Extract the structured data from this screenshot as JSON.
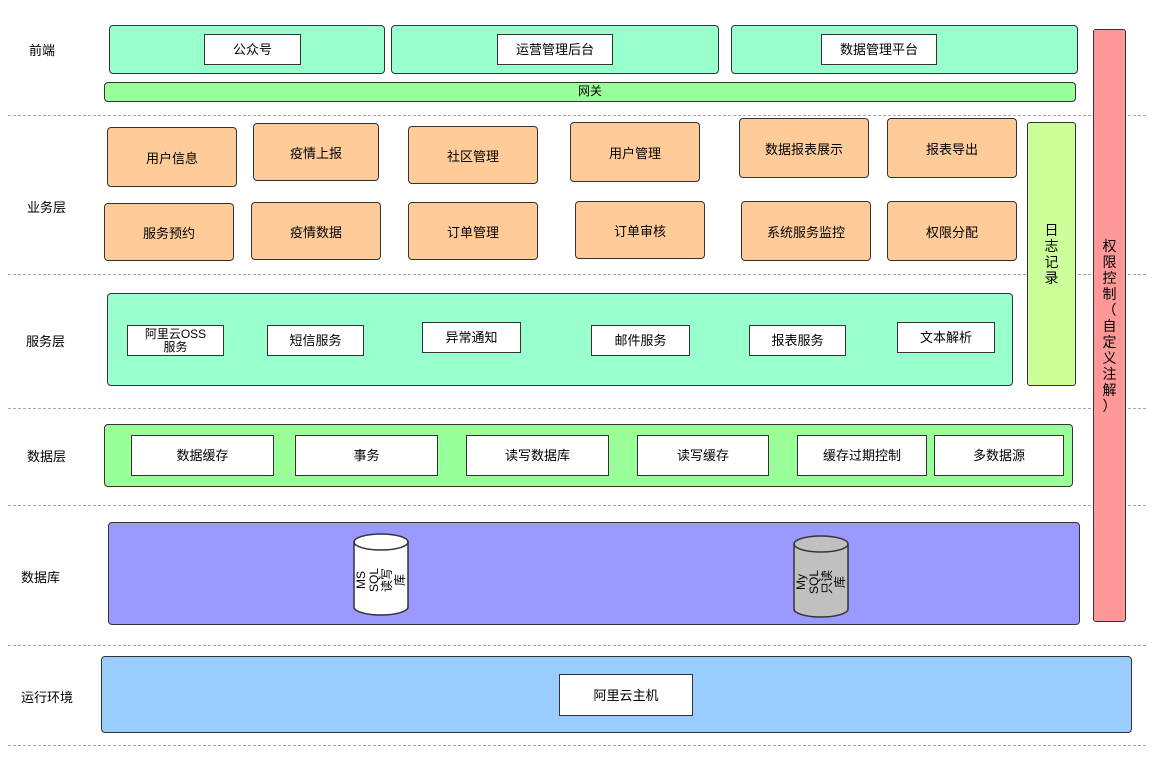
{
  "layers": {
    "frontend": "前端",
    "business": "业务层",
    "service": "服务层",
    "data": "数据层",
    "database": "数据库",
    "runtime": "运行环境"
  },
  "frontend": {
    "items": [
      "公众号",
      "运营管理后台",
      "数据管理平台"
    ],
    "gateway": "网关"
  },
  "business": {
    "row1": [
      "用户信息",
      "疫情上报",
      "社区管理",
      "用户管理",
      "数据报表展示",
      "报表导出"
    ],
    "row2": [
      "服务预约",
      "疫情数据",
      "订单管理",
      "订单审核",
      "系统服务监控",
      "权限分配"
    ]
  },
  "log": {
    "label": "日志记录"
  },
  "permission": {
    "label": "权限控制（自定义注解）"
  },
  "service": {
    "items": [
      "阿里云OSS\n服务",
      "短信服务",
      "异常通知",
      "邮件服务",
      "报表服务",
      "文本解析"
    ]
  },
  "data": {
    "items": [
      "数据缓存",
      "事务",
      "读写数据库",
      "读写缓存",
      "缓存过期控制",
      "多数据源"
    ]
  },
  "database": {
    "dbs": [
      "MS SQL\n读写库",
      "My SQL\n只读库"
    ]
  },
  "runtime": {
    "host": "阿里云主机"
  },
  "colors": {
    "frontend_panel": "#99ffcc",
    "gateway": "#99ff99",
    "business_box": "#ffcc99",
    "log_bar": "#ccff99",
    "permission_bar": "#ff9999",
    "database_panel": "#9999ff",
    "runtime_panel": "#99ccff",
    "db_read_write": "#ffffff",
    "db_read_only": "#c0c0c0"
  }
}
